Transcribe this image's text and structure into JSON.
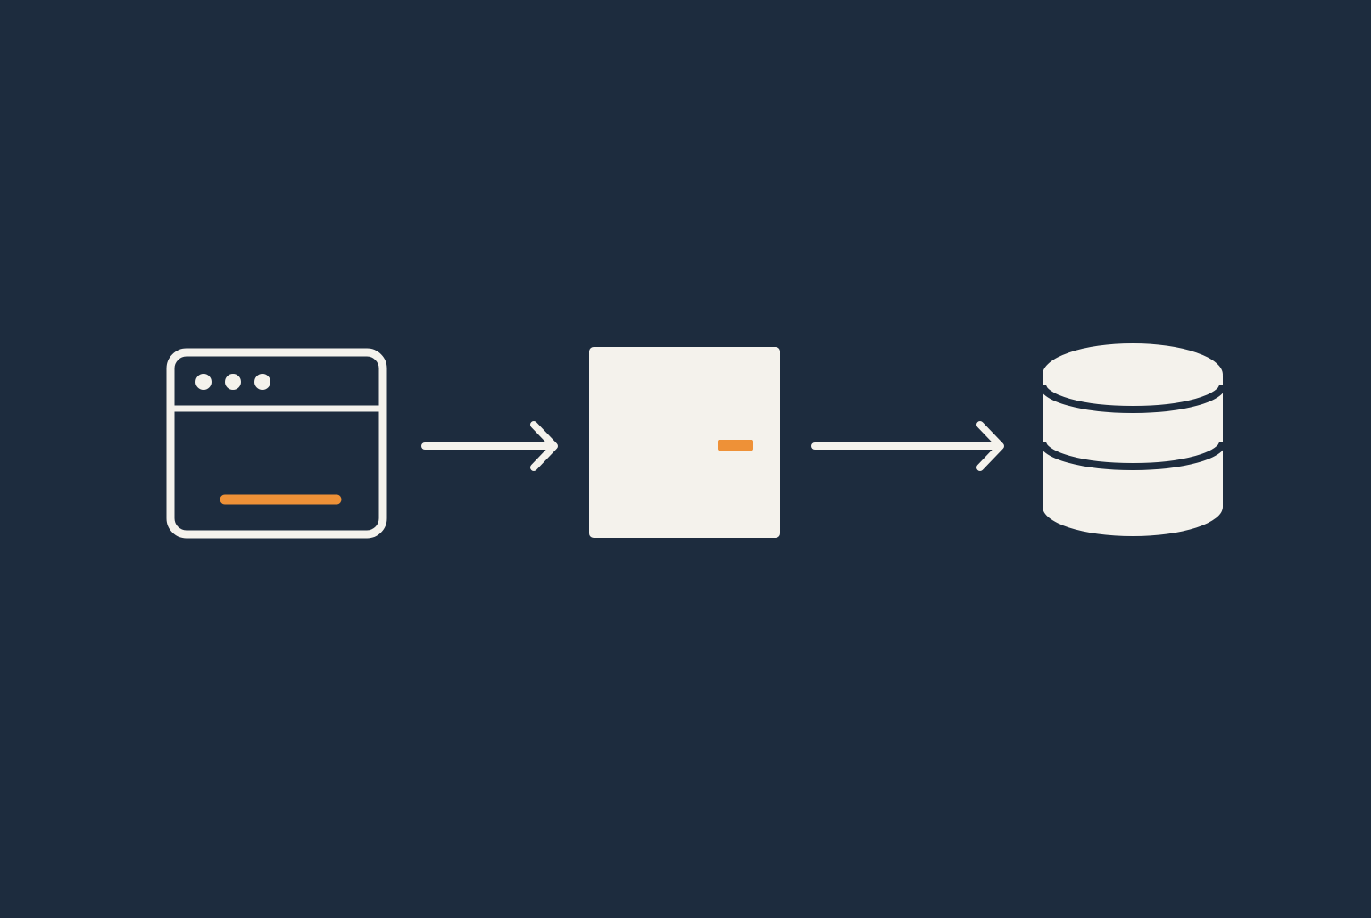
{
  "diagram": {
    "type": "flow",
    "direction": "left-to-right",
    "nodes": [
      {
        "id": "browser",
        "icon": "browser-window-icon"
      },
      {
        "id": "server",
        "icon": "server-box-icon"
      },
      {
        "id": "database",
        "icon": "database-icon"
      }
    ],
    "edges": [
      {
        "from": "browser",
        "to": "server",
        "icon": "arrow-right-icon"
      },
      {
        "from": "server",
        "to": "database",
        "icon": "arrow-right-icon"
      }
    ]
  },
  "colors": {
    "background": "#1d2c3e",
    "foreground": "#f4f2ec",
    "accent": "#ee9137"
  }
}
